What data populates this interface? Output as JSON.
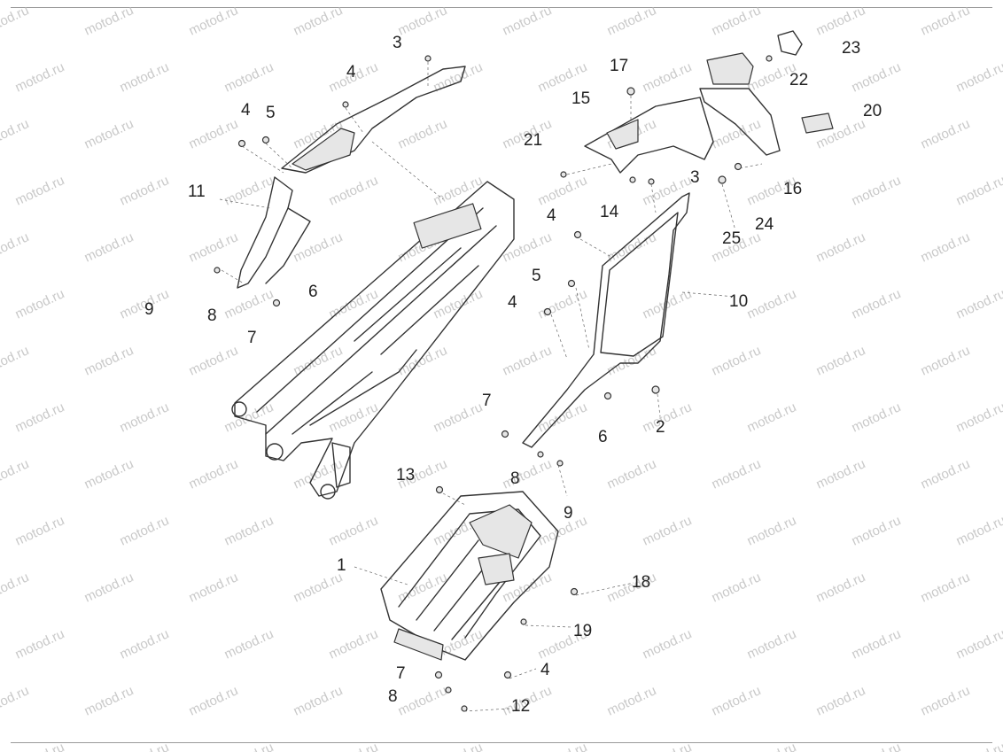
{
  "watermark": "motod.ru",
  "callouts": [
    {
      "id": "c-3a",
      "text": "3"
    },
    {
      "id": "c-4a",
      "text": "4"
    },
    {
      "id": "c-4b",
      "text": "4"
    },
    {
      "id": "c-5a",
      "text": "5"
    },
    {
      "id": "c-11",
      "text": "11"
    },
    {
      "id": "c-9a",
      "text": "9"
    },
    {
      "id": "c-8a",
      "text": "8"
    },
    {
      "id": "c-7a",
      "text": "7"
    },
    {
      "id": "c-6a",
      "text": "6"
    },
    {
      "id": "c-17",
      "text": "17"
    },
    {
      "id": "c-15",
      "text": "15"
    },
    {
      "id": "c-21",
      "text": "21"
    },
    {
      "id": "c-23",
      "text": "23"
    },
    {
      "id": "c-22",
      "text": "22"
    },
    {
      "id": "c-20",
      "text": "20"
    },
    {
      "id": "c-3b",
      "text": "3"
    },
    {
      "id": "c-16",
      "text": "16"
    },
    {
      "id": "c-14",
      "text": "14"
    },
    {
      "id": "c-4c",
      "text": "4"
    },
    {
      "id": "c-25",
      "text": "25"
    },
    {
      "id": "c-24",
      "text": "24"
    },
    {
      "id": "c-5b",
      "text": "5"
    },
    {
      "id": "c-4d",
      "text": "4"
    },
    {
      "id": "c-10",
      "text": "10"
    },
    {
      "id": "c-7b",
      "text": "7"
    },
    {
      "id": "c-2",
      "text": "2"
    },
    {
      "id": "c-6b",
      "text": "6"
    },
    {
      "id": "c-13",
      "text": "13"
    },
    {
      "id": "c-8b",
      "text": "8"
    },
    {
      "id": "c-9b",
      "text": "9"
    },
    {
      "id": "c-1",
      "text": "1"
    },
    {
      "id": "c-18",
      "text": "18"
    },
    {
      "id": "c-19",
      "text": "19"
    },
    {
      "id": "c-4e",
      "text": "4"
    },
    {
      "id": "c-7c",
      "text": "7"
    },
    {
      "id": "c-8c",
      "text": "8"
    },
    {
      "id": "c-12",
      "text": "12"
    }
  ]
}
